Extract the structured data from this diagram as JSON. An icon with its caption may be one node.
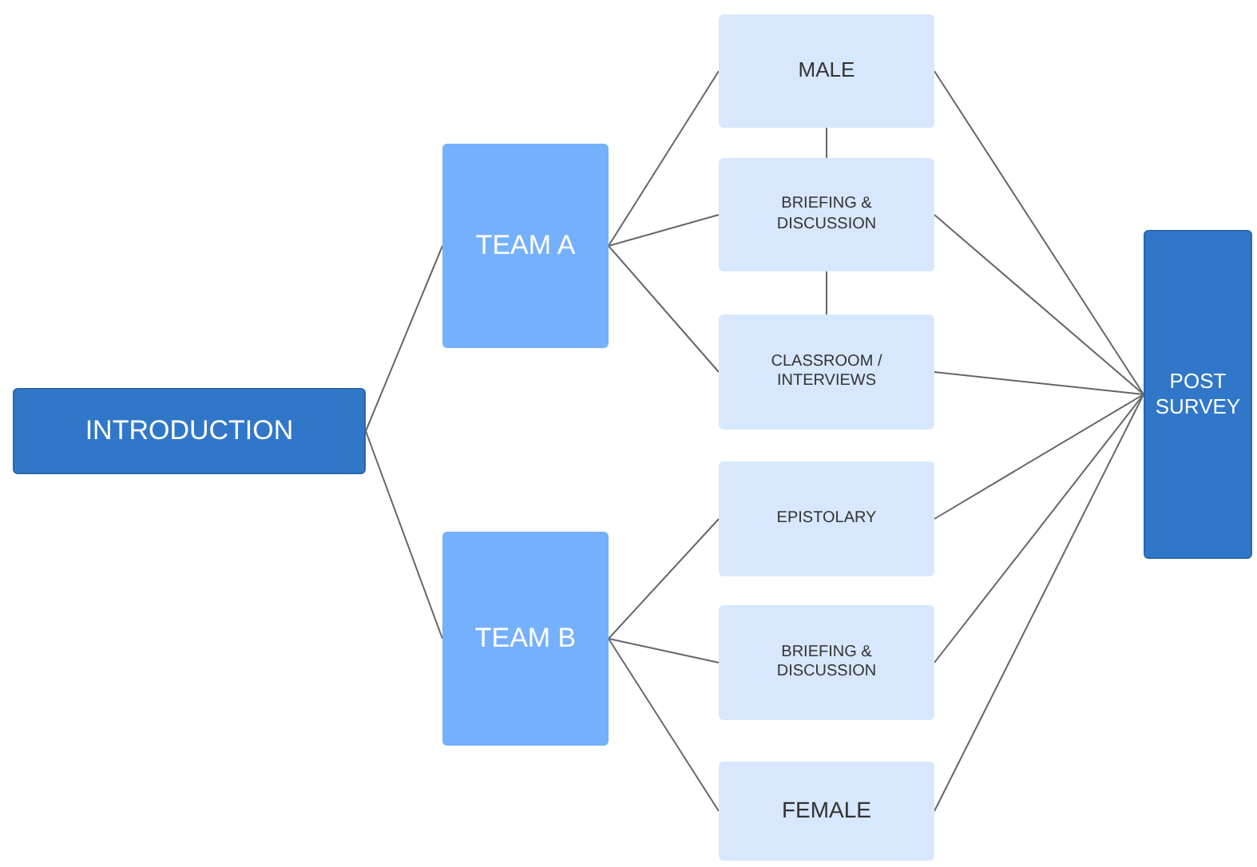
{
  "diagram": {
    "nodes": [
      {
        "text": [
          "INTRODUCTION"
        ]
      },
      {
        "text": [
          "TEAM A"
        ]
      },
      {
        "text": [
          "MALE"
        ]
      },
      {
        "text": [
          "BRIEFING & DISCUSSION"
        ]
      },
      {
        "text": [
          "CLASSROOM / INTERVIEWS"
        ]
      },
      {
        "text": [
          "TEAM B"
        ]
      },
      {
        "text": [
          "EPISTOLARY"
        ]
      },
      {
        "text": [
          "BRIEFING & DISCUSSION"
        ]
      },
      {
        "text": [
          "FEMALE"
        ]
      },
      {
        "text": [
          "POST SURVEY"
        ]
      }
    ],
    "edges": [
      {
        "from": 0,
        "to": 1,
        "arrow": "none"
      },
      {
        "from": 0,
        "to": 5,
        "arrow": "none"
      },
      {
        "from": 1,
        "to": 2,
        "arrow": "none"
      },
      {
        "from": 1,
        "to": 3,
        "arrow": "none"
      },
      {
        "from": 1,
        "to": 4,
        "arrow": "none"
      },
      {
        "from": 2,
        "to": 3,
        "arrow": "none"
      },
      {
        "from": 3,
        "to": 4,
        "arrow": "none"
      },
      {
        "from": 5,
        "to": 6,
        "arrow": "none"
      },
      {
        "from": 5,
        "to": 7,
        "arrow": "none"
      },
      {
        "from": 5,
        "to": 8,
        "arrow": "none"
      },
      {
        "from": 2,
        "to": 9,
        "arrow": "none"
      },
      {
        "from": 3,
        "to": 9,
        "arrow": "none"
      },
      {
        "from": 4,
        "to": 9,
        "arrow": "none"
      },
      {
        "from": 6,
        "to": 9,
        "arrow": "none"
      },
      {
        "from": 7,
        "to": 9,
        "arrow": "none"
      },
      {
        "from": 8,
        "to": 9,
        "arrow": "none"
      }
    ]
  }
}
